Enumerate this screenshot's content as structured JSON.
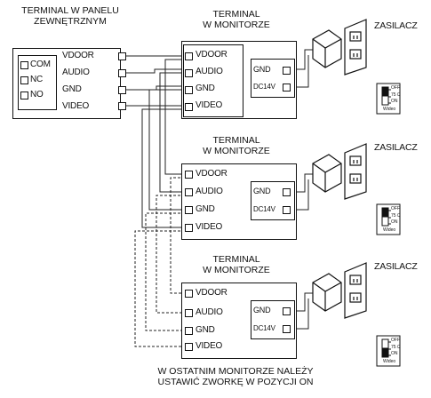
{
  "outdoor_panel": {
    "header_line1": "TERMINAL W PANELU",
    "header_line2": "ZEWNĘTRZNYM",
    "left_terminals": [
      "COM",
      "NC",
      "NO"
    ],
    "right_terminals": [
      "VDOOR",
      "AUDIO",
      "GND",
      "VIDEO"
    ]
  },
  "monitors": [
    {
      "header_line1": "TERMINAL",
      "header_line2": "W MONITORZE",
      "terminals": [
        "VDOOR",
        "AUDIO",
        "GND",
        "VIDEO"
      ],
      "power_terminals": [
        "GND",
        "DC14V"
      ],
      "psu_label": "ZASILACZ",
      "jumper": {
        "off": "OFF",
        "mid": "75 Ω",
        "on": "ON",
        "caption": "Wideo"
      }
    },
    {
      "header_line1": "TERMINAL",
      "header_line2": "W MONITORZE",
      "terminals": [
        "VDOOR",
        "AUDIO",
        "GND",
        "VIDEO"
      ],
      "power_terminals": [
        "GND",
        "DC14V"
      ],
      "psu_label": "ZASILACZ",
      "jumper": {
        "off": "OFF",
        "mid": "75 Ω",
        "on": "ON",
        "caption": "Wideo"
      }
    },
    {
      "header_line1": "TERMINAL",
      "header_line2": "W MONITORZE",
      "terminals": [
        "VDOOR",
        "AUDIO",
        "GND",
        "VIDEO"
      ],
      "power_terminals": [
        "GND",
        "DC14V"
      ],
      "psu_label": "ZASILACZ",
      "jumper": {
        "off": "OFF",
        "mid": "75 Ω",
        "on": "ON",
        "caption": "Wideo"
      }
    }
  ],
  "footer_line1": "W OSTATNIM MONITORZE NALEŻY",
  "footer_line2": "USTAWIĆ ZWORKĘ W POZYCJI ON"
}
